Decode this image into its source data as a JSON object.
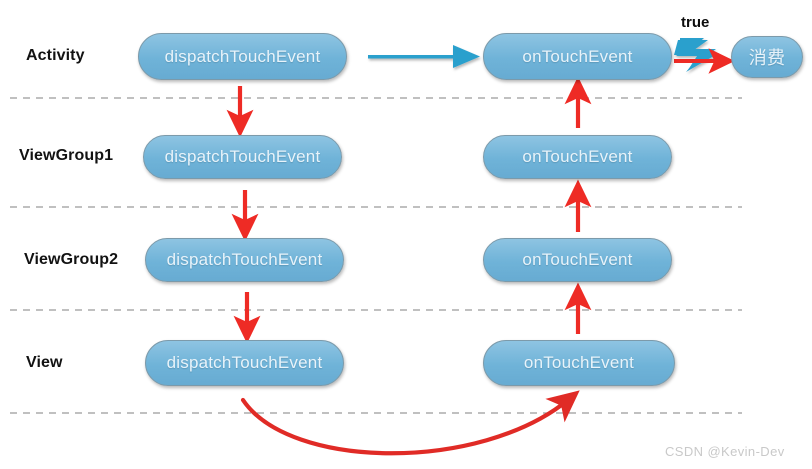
{
  "diagram": {
    "title": "Android Touch Event Dispatch Flow",
    "background_color": "#ffffff",
    "node_fill_color": "#6fb3d8",
    "node_text_color": "#e8f3fa",
    "node_border_color": "#7c9aaa",
    "red_arrow_color": "#ee2b25",
    "blue_arrow_color": "#2ba0cd",
    "divider_color": "#999999"
  },
  "rows": [
    {
      "label": "Activity",
      "dispatch_label": "dispatchTouchEvent",
      "handler_label": "onTouchEvent"
    },
    {
      "label": "ViewGroup1",
      "dispatch_label": "dispatchTouchEvent",
      "handler_label": "onTouchEvent"
    },
    {
      "label": "ViewGroup2",
      "dispatch_label": "dispatchTouchEvent",
      "handler_label": "onTouchEvent"
    },
    {
      "label": "View",
      "dispatch_label": "dispatchTouchEvent",
      "handler_label": "onTouchEvent"
    }
  ],
  "consume": {
    "label": "消费",
    "condition_label": "true"
  },
  "watermark": {
    "text": "CSDN @Kevin-Dev"
  }
}
